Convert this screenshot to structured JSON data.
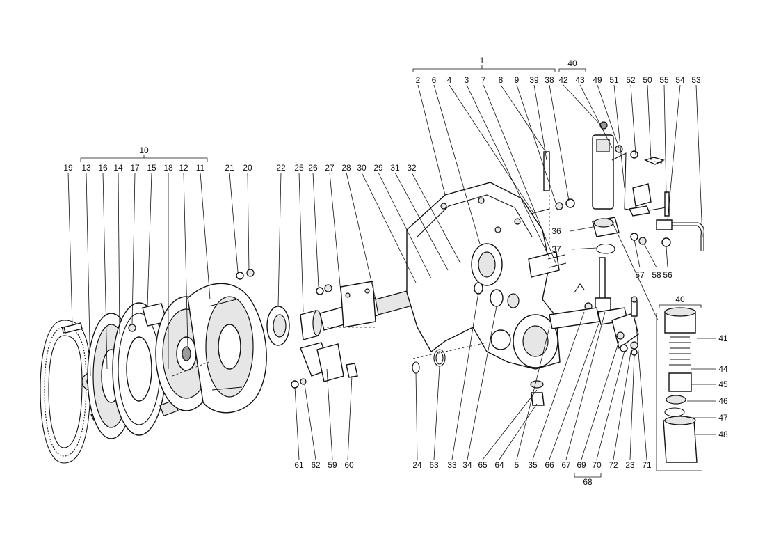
{
  "groups": [
    {
      "text": "1"
    },
    {
      "text": "40"
    },
    {
      "text": "10"
    },
    {
      "text": "40"
    },
    {
      "text": "68"
    }
  ],
  "labels": [
    "19",
    "13",
    "16",
    "14",
    "17",
    "15",
    "18",
    "12",
    "11",
    "21",
    "20",
    "22",
    "25",
    "26",
    "27",
    "28",
    "30",
    "29",
    "31",
    "32",
    "2",
    "6",
    "4",
    "3",
    "7",
    "8",
    "9",
    "39",
    "38",
    "42",
    "43",
    "49",
    "51",
    "52",
    "50",
    "55",
    "54",
    "53",
    "36",
    "37",
    "57",
    "58",
    "56",
    "41",
    "44",
    "45",
    "46",
    "47",
    "48",
    "61",
    "62",
    "59",
    "60",
    "24",
    "63",
    "33",
    "34",
    "65",
    "64",
    "5",
    "35",
    "66",
    "67",
    "69",
    "70",
    "72",
    "23",
    "71"
  ]
}
